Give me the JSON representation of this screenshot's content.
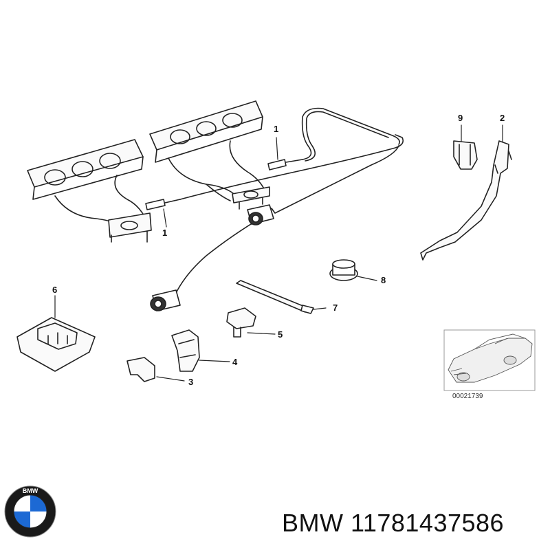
{
  "callouts": {
    "c1a": "1",
    "c1b": "1",
    "c2": "2",
    "c3": "3",
    "c4": "4",
    "c5": "5",
    "c6": "6",
    "c7": "7",
    "c8": "8",
    "c9": "9"
  },
  "thumbnail": {
    "ref_code": "00021739"
  },
  "footer": {
    "brand": "BMW",
    "part_number": "11781437586"
  },
  "logo": {
    "letters": "BMW",
    "colors": {
      "blue": "#1c69d4",
      "white": "#ffffff",
      "ring": "#111111"
    }
  }
}
